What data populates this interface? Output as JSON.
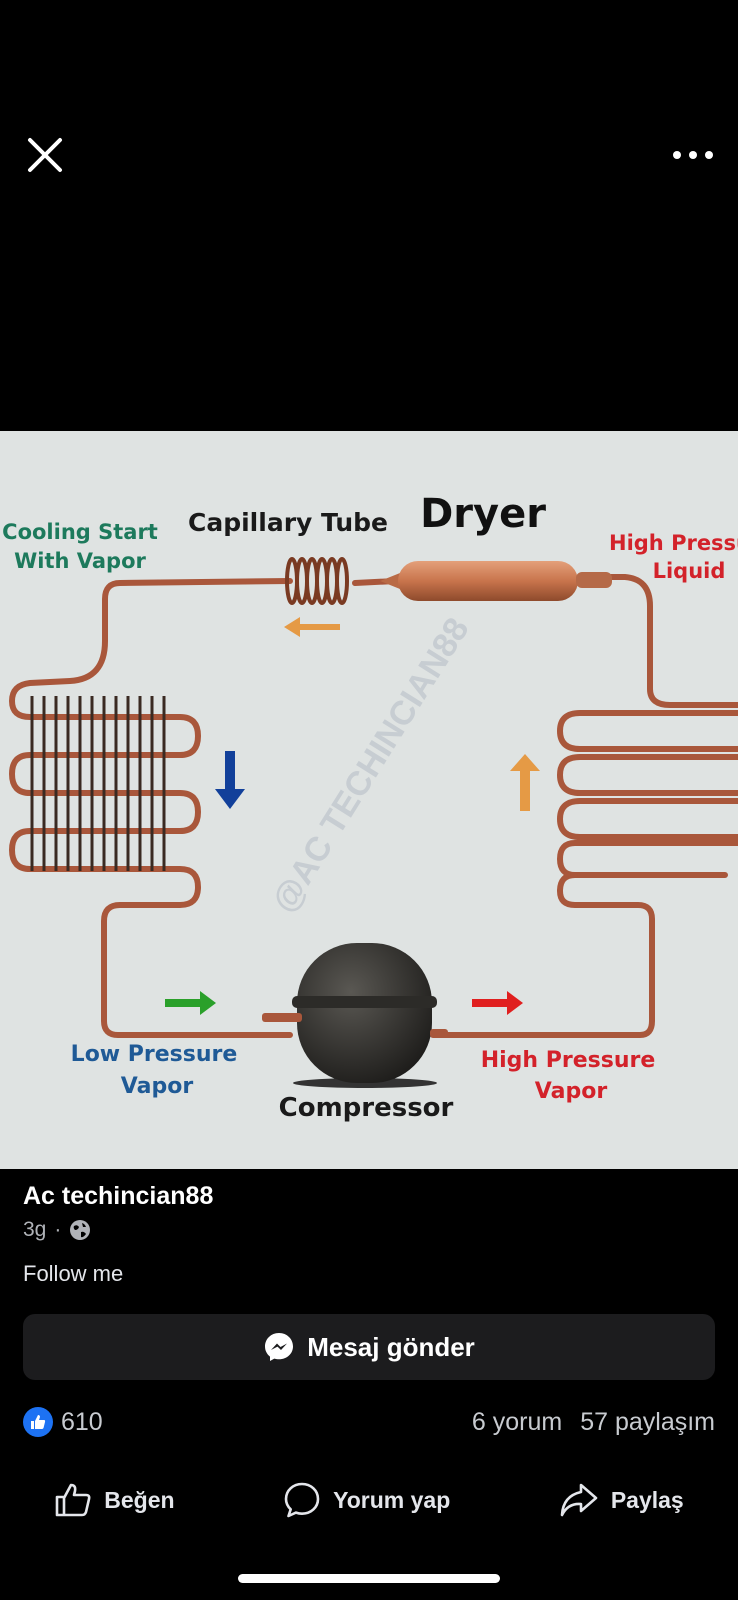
{
  "viewer": {
    "close_icon": "close-icon",
    "more_icon": "more-horizontal-icon"
  },
  "diagram": {
    "labels": {
      "cooling_start_1": "Cooling Start",
      "cooling_start_2": "With Vapor",
      "capillary_tube": "Capillary Tube",
      "dryer": "Dryer",
      "high_pressure_liquid_1": "High Pressure",
      "high_pressure_liquid_2": "Liquid",
      "low_pressure_1": "Low Pressure",
      "low_pressure_2": "Vapor",
      "compressor": "Compressor",
      "high_pressure_vapor_1": "High Pressure",
      "high_pressure_vapor_2": "Vapor",
      "watermark": "@AC TECHINCIAN88"
    },
    "colors": {
      "green_label": "#1d7a5c",
      "blue_label": "#1f5a96",
      "red_label": "#d3222a",
      "copper": "#a9573b",
      "arrow_orange": "#e59a45",
      "arrow_blue": "#12409a",
      "arrow_green": "#2aa02a",
      "arrow_red": "#e01f1f"
    }
  },
  "post": {
    "author": "Ac techincian88",
    "time": "3g",
    "separator": "·",
    "privacy_icon": "globe-icon",
    "caption": "Follow me"
  },
  "message_button": {
    "label": "Mesaj gönder",
    "icon": "messenger-icon"
  },
  "stats": {
    "likes": "610",
    "comments": "6 yorum",
    "shares": "57 paylaşım"
  },
  "actions": {
    "like": "Beğen",
    "comment": "Yorum yap",
    "share": "Paylaş"
  }
}
